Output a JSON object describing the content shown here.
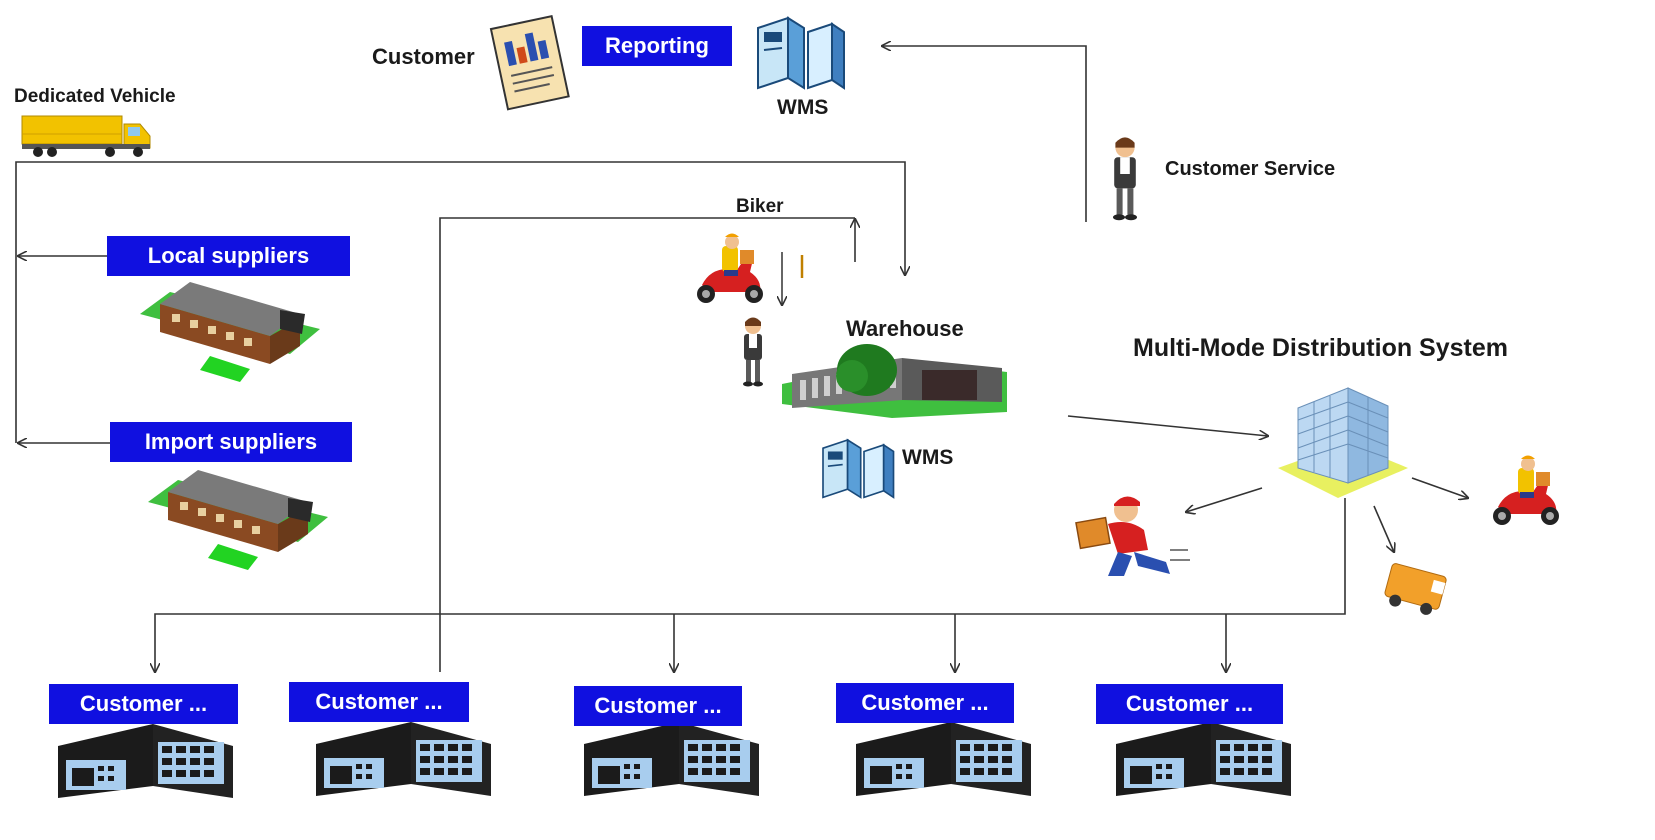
{
  "top": {
    "customer_label": "Customer",
    "reporting_label": "Reporting",
    "wms_top_label": "WMS"
  },
  "left": {
    "dedicated_vehicle_label": "Dedicated Vehicle",
    "local_suppliers_label": "Local suppliers",
    "import_suppliers_label": "Import suppliers"
  },
  "center": {
    "biker_label": "Biker",
    "warehouse_label": "Warehouse",
    "wms_mid_label": "WMS"
  },
  "right": {
    "customer_service_label": "Customer Service",
    "multimode_title": "Multi-Mode Distribution System"
  },
  "customers": [
    {
      "label": "Customer ..."
    },
    {
      "label": "Customer ..."
    },
    {
      "label": "Customer ..."
    },
    {
      "label": "Customer ..."
    },
    {
      "label": "Customer ..."
    }
  ],
  "colors": {
    "box_blue": "#1010e0",
    "line": "#333333",
    "truck_yellow": "#f2c200",
    "scooter_red": "#d62020",
    "grass_green": "#3fbf3f",
    "roof_brown": "#7a4a2a",
    "building_blue": "#9fc7ea"
  },
  "icons": [
    "truck-icon",
    "report-document-icon",
    "server-icon",
    "person-icon",
    "scooter-rider-icon",
    "supplier-building-icon",
    "warehouse-building-icon",
    "office-tower-icon",
    "courier-runner-icon",
    "van-icon",
    "customer-store-icon"
  ]
}
